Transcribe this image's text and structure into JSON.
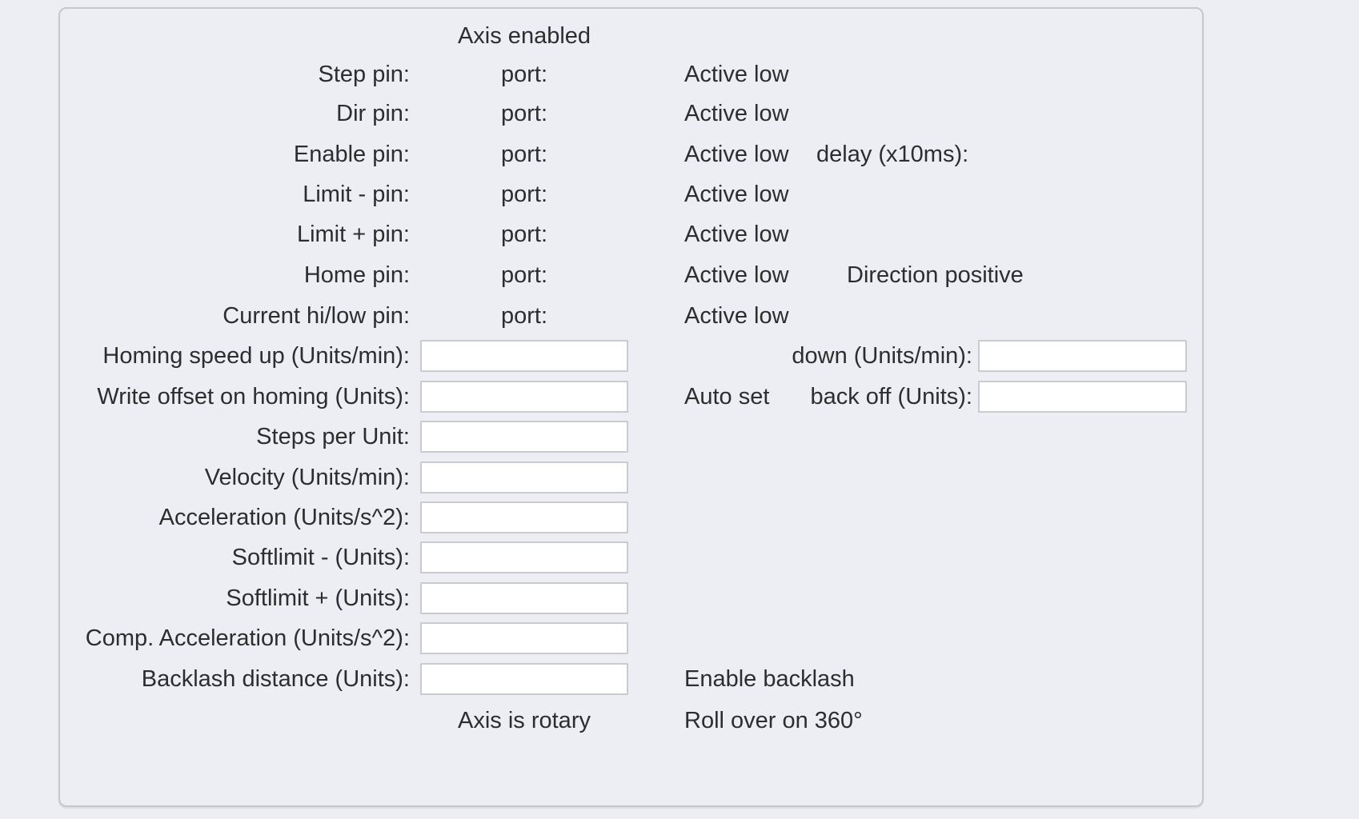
{
  "colors": {
    "page_background": "#eceef4",
    "panel_border": "#c6c7cb",
    "input_background": "#ffffff",
    "input_border": "#c9cbcf",
    "text": "#2d2d2e"
  },
  "panel": {
    "title": "Axis enabled",
    "pin_rows": [
      {
        "label": "Step pin:",
        "port_label": "port:",
        "active_label": "Active low"
      },
      {
        "label": "Dir pin:",
        "port_label": "port:",
        "active_label": "Active low"
      },
      {
        "label": "Enable pin:",
        "port_label": "port:",
        "active_label": "Active low",
        "delay_label": "delay (x10ms):"
      },
      {
        "label": "Limit - pin:",
        "port_label": "port:",
        "active_label": "Active low"
      },
      {
        "label": "Limit + pin:",
        "port_label": "port:",
        "active_label": "Active low"
      },
      {
        "label": "Home pin:",
        "port_label": "port:",
        "active_label": "Active low",
        "direction_label": "Direction positive"
      },
      {
        "label": "Current hi/low pin:",
        "port_label": "port:",
        "active_label": "Active low"
      }
    ],
    "homing_row": {
      "label": "Homing speed up (Units/min):",
      "down_label": "down (Units/min):"
    },
    "offset_row": {
      "label": "Write offset on homing (Units):",
      "auto_set_label": "Auto set",
      "backoff_label": "back off (Units):"
    },
    "value_rows": [
      {
        "label": "Steps per Unit:"
      },
      {
        "label": "Velocity (Units/min):"
      },
      {
        "label": "Acceleration (Units/s^2):"
      },
      {
        "label": "Softlimit - (Units):"
      },
      {
        "label": "Softlimit + (Units):"
      },
      {
        "label": "Comp. Acceleration (Units/s^2):"
      },
      {
        "label": "Backlash distance (Units):",
        "enable_backlash_label": "Enable backlash"
      }
    ],
    "rotary_row": {
      "rotary_label": "Axis is rotary",
      "rollover_label": "Roll over on 360°"
    },
    "inputs": {
      "homing_speed_up": "",
      "homing_speed_down": "",
      "write_offset": "",
      "back_off": "",
      "steps_per_unit": "",
      "velocity": "",
      "acceleration": "",
      "softlimit_minus": "",
      "softlimit_plus": "",
      "comp_acceleration": "",
      "backlash_distance": ""
    }
  }
}
